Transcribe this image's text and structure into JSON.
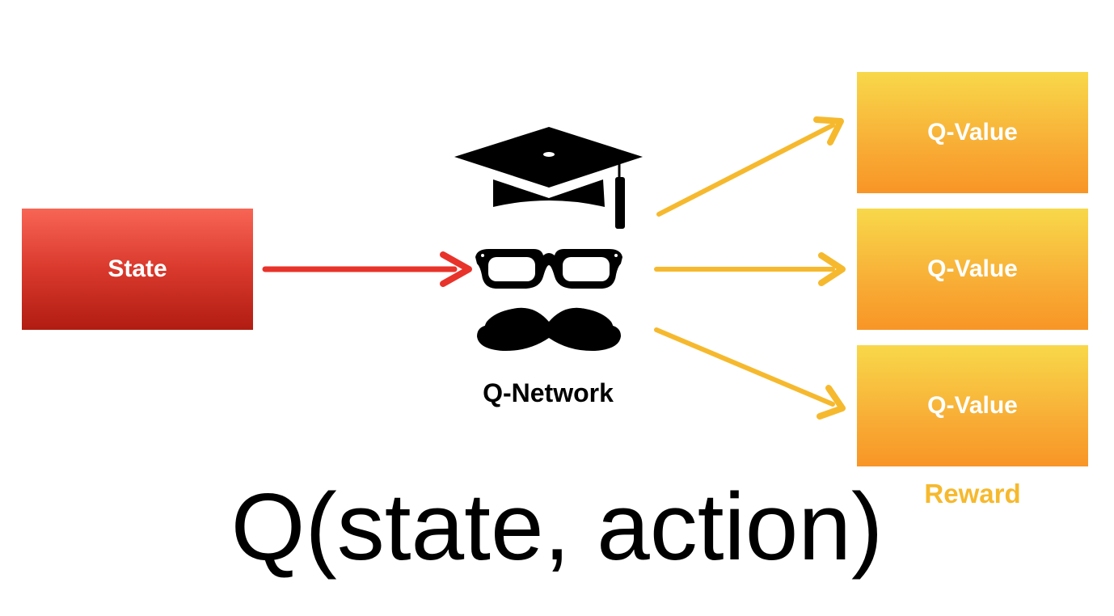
{
  "state": {
    "label": "State"
  },
  "network": {
    "label": "Q-Network",
    "icon": "scholar-mustache-icon"
  },
  "outputs": [
    {
      "label": "Q-Value"
    },
    {
      "label": "Q-Value"
    },
    {
      "label": "Q-Value"
    }
  ],
  "reward": {
    "label": "Reward"
  },
  "formula": {
    "text": "Q(state, action)"
  },
  "colors": {
    "state_arrow": "#e8332a",
    "output_arrow": "#f6b92e",
    "reward_text": "#f6b92e"
  }
}
